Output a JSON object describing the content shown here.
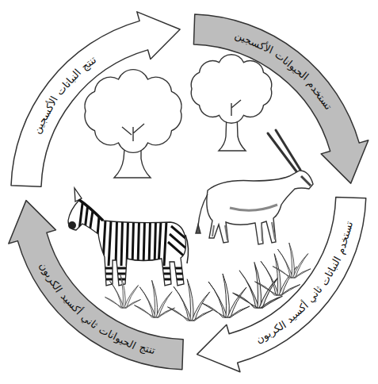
{
  "diagram": {
    "nodes": [
      {
        "text": [
          "تنتج النباتات الأكسجين"
        ]
      },
      {
        "text": [
          "تستخدم الحيوانات الأكسجين"
        ]
      },
      {
        "text": [
          "تستخدم النباتات ثاني أكسيد الكربون"
        ]
      },
      {
        "text": [
          "تنتج الحيوانات ثاني أكسيد الكربون"
        ]
      }
    ]
  }
}
